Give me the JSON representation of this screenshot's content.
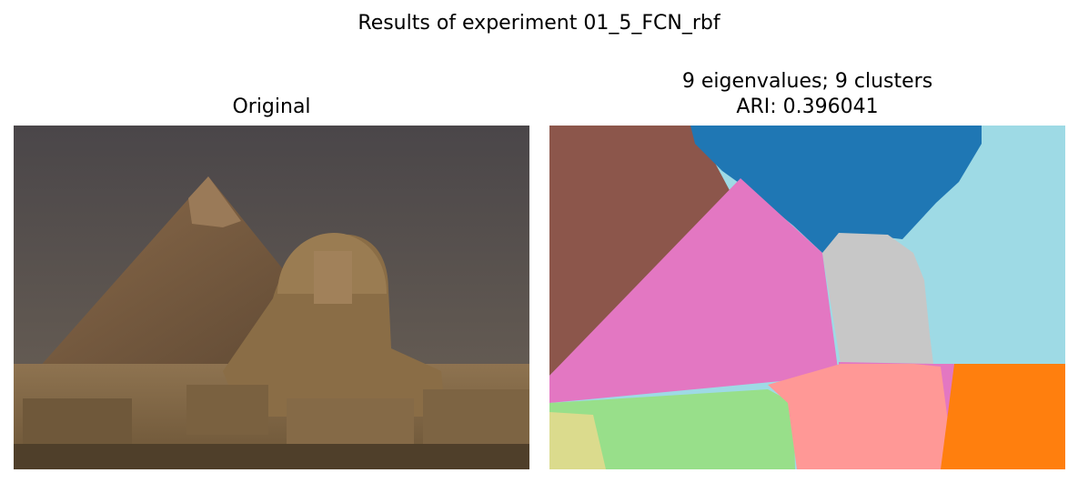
{
  "figure": {
    "suptitle": "Results of experiment 01_5_FCN_rbf"
  },
  "left_panel": {
    "title": "Original"
  },
  "right_panel": {
    "title_line1": "9 eigenvalues; 9 clusters",
    "title_line2": "ARI: 0.396041"
  },
  "cluster_colors": {
    "brown": "#8c564b",
    "blue": "#1f77b4",
    "light_blue": "#9edae5",
    "pink": "#e377c2",
    "gray": "#c7c7c7",
    "light_green": "#98df8a",
    "salmon": "#ff9896",
    "orange": "#ff7f0e",
    "khaki": "#dbdb8d"
  }
}
